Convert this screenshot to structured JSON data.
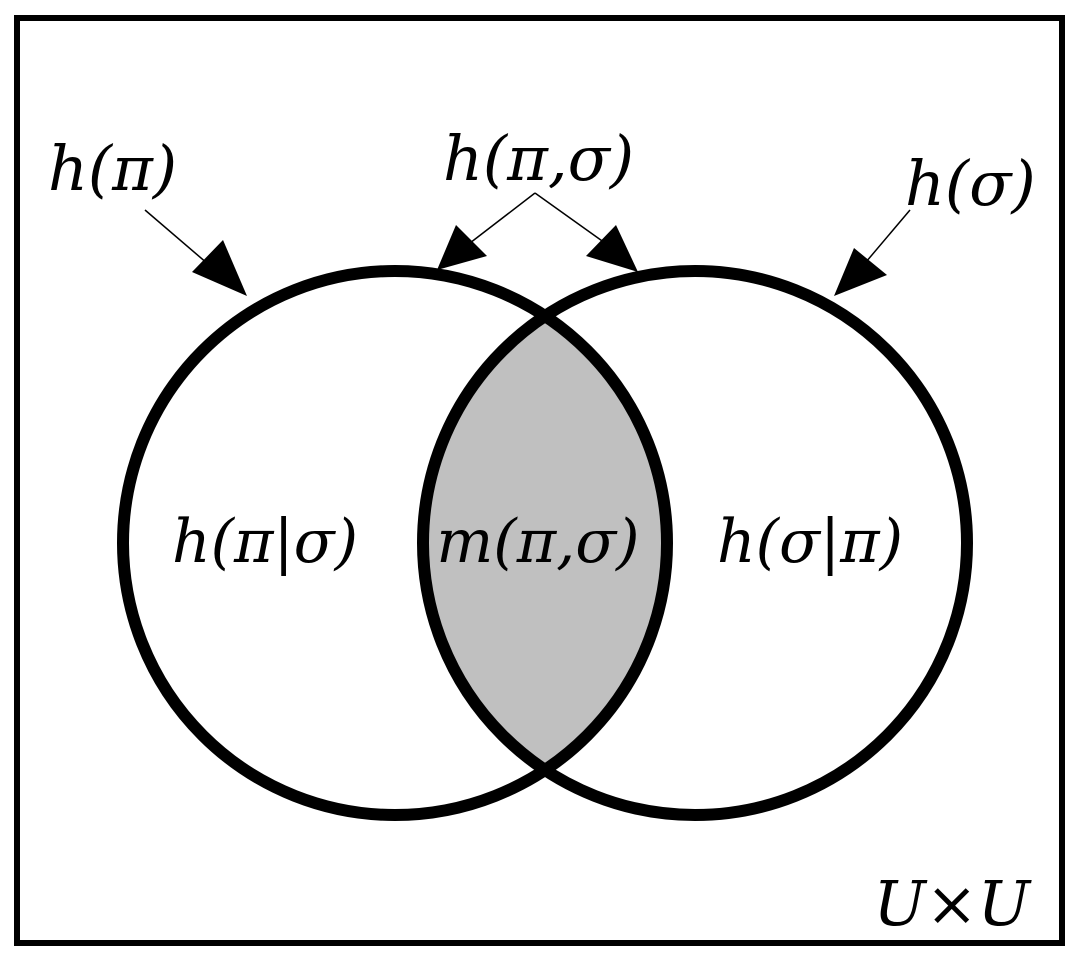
{
  "diagram": {
    "labels": {
      "h_pi": "h(π)",
      "h_pi_sigma": "h(π,σ)",
      "h_sigma": "h(σ)",
      "h_pi_given_sigma": "h(π|σ)",
      "m_pi_sigma": "m(π,σ)",
      "h_sigma_given_pi": "h(σ|π)",
      "universe": "U×U"
    },
    "colors": {
      "stroke": "#000000",
      "background": "#ffffff",
      "intersection_fill": "#c0c0c0"
    }
  }
}
